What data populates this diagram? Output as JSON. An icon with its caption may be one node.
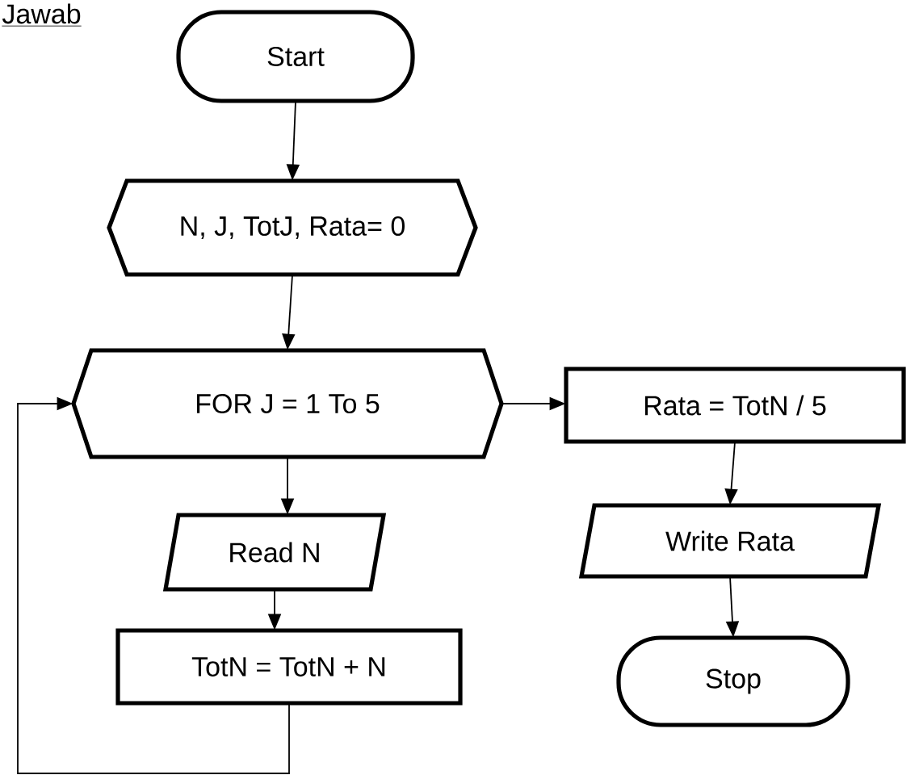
{
  "diagram": {
    "title": "Jawab",
    "nodes": [
      {
        "text": [
          "Start"
        ]
      },
      {
        "text": [
          "N, J, TotJ, Rata= 0"
        ]
      },
      {
        "text": [
          "FOR   J = 1 To 5"
        ]
      },
      {
        "text": [
          "Rata = TotN / 5"
        ]
      },
      {
        "text": [
          "Read  N"
        ]
      },
      {
        "text": [
          "Write Rata"
        ]
      },
      {
        "text": [
          "TotN = TotN + N"
        ]
      },
      {
        "text": [
          "Stop"
        ]
      }
    ],
    "edges": [
      {
        "from": 0,
        "to": 1,
        "arrow": "to"
      },
      {
        "from": 1,
        "to": 2,
        "arrow": "to"
      },
      {
        "from": 2,
        "to": 4,
        "arrow": "to"
      },
      {
        "from": 4,
        "to": 6,
        "arrow": "to"
      },
      {
        "from": 6,
        "to": 2,
        "arrow": "to"
      },
      {
        "from": 2,
        "to": 3,
        "arrow": "to"
      },
      {
        "from": 3,
        "to": 5,
        "arrow": "to"
      },
      {
        "from": 5,
        "to": 7,
        "arrow": "to"
      }
    ]
  }
}
